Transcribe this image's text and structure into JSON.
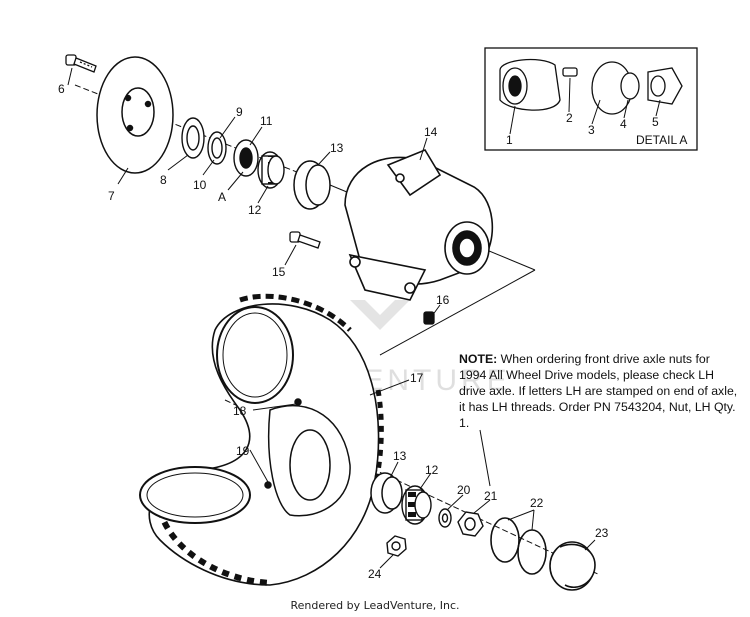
{
  "watermark": "LEADVENTURE",
  "detail": {
    "label": "DETAIL A",
    "callouts": [
      "1",
      "2",
      "3",
      "4",
      "5"
    ]
  },
  "callouts": {
    "c6": "6",
    "c7": "7",
    "c8": "8",
    "c9": "9",
    "c10": "10",
    "c11": "11",
    "cA": "A",
    "c12a": "12",
    "c13a": "13",
    "c14": "14",
    "c15": "15",
    "c16": "16",
    "c17": "17",
    "c18": "18",
    "c19": "19",
    "c13b": "13",
    "c12b": "12",
    "c20": "20",
    "c21": "21",
    "c22": "22",
    "c23": "23",
    "c24": "24"
  },
  "note": {
    "heading": "NOTE:",
    "body": " When ordering front drive axle nuts for 1994 All Wheel Drive models, please check LH drive axle.  If letters LH are stamped on end of axle, it has LH threads.  Order PN 7543204, Nut, LH Qty. 1."
  },
  "footer": "Rendered by LeadVenture, Inc."
}
